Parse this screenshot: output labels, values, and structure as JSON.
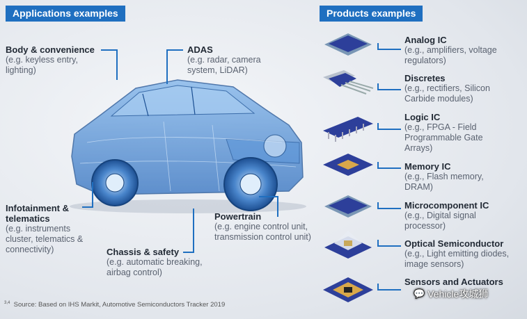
{
  "applications": {
    "title": "Applications examples",
    "items": [
      {
        "heading": "Body & convenience",
        "desc": "(e.g. keyless entry, lighting)"
      },
      {
        "heading": "ADAS",
        "desc": "(e.g. radar, camera system, LiDAR)"
      },
      {
        "heading": "Infotainment & telematics",
        "desc": "(e.g. instruments cluster, telematics & connectivity)"
      },
      {
        "heading": "Chassis & safety",
        "desc": "(e.g. automatic breaking, airbag control)"
      },
      {
        "heading": "Powertrain",
        "desc": "(e.g. engine control unit, transmission control unit)"
      }
    ]
  },
  "products": {
    "title": "Products examples",
    "items": [
      {
        "heading": "Analog IC",
        "desc": "(e.g., amplifiers, voltage regulators)",
        "icon": "analog-ic-icon"
      },
      {
        "heading": "Discretes",
        "desc": "(e.g., rectifiers, Silicon Carbide modules)",
        "icon": "discretes-icon"
      },
      {
        "heading": "Logic IC",
        "desc": "(e.g., FPGA - Field Programmable Gate Arrays)",
        "icon": "logic-ic-icon"
      },
      {
        "heading": "Memory IC",
        "desc": "(e.g., Flash memory, DRAM)",
        "icon": "memory-ic-icon"
      },
      {
        "heading": "Microcomponent IC",
        "desc": "(e.g., Digital signal processor)",
        "icon": "microcomponent-ic-icon"
      },
      {
        "heading": "Optical Semiconductor",
        "desc": "(e.g., Light emitting diodes, image sensors)",
        "icon": "optical-semiconductor-icon"
      },
      {
        "heading": "Sensors and Actuators",
        "desc": "",
        "icon": "sensor-actuator-icon"
      }
    ]
  },
  "footer": {
    "sup": "3,4",
    "text": "Source: Based on IHS Markit, Automotive Semiconductors Tracker 2019"
  },
  "watermark": "Vehicle攻城狮",
  "colors": {
    "accent": "#1f6fc0",
    "car": "#3f86d6"
  }
}
